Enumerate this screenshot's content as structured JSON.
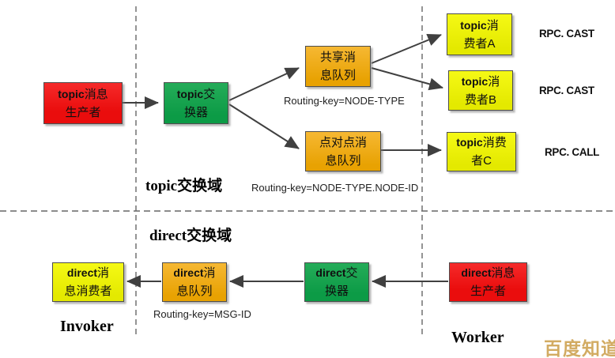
{
  "diagram": {
    "domains": {
      "topic_label": "topic交换域",
      "direct_label": "direct交换域"
    },
    "roles": {
      "invoker": "Invoker",
      "worker": "Worker"
    },
    "boxes": {
      "topic_producer": {
        "l1a": "topic",
        "l1b": "消息",
        "l2": "生产者"
      },
      "topic_exchange": {
        "l1a": "topic",
        "l1b": "交",
        "l2": "换器"
      },
      "shared_queue": {
        "l1a": "",
        "l1b": "共享消",
        "l2": "息队列"
      },
      "p2p_queue": {
        "l1a": "",
        "l1b": "点对点消",
        "l2": "息队列"
      },
      "consumer_a": {
        "l1a": "topic",
        "l1b": "消",
        "l2": "费者A"
      },
      "consumer_b": {
        "l1a": "topic",
        "l1b": "消",
        "l2": "费者B"
      },
      "consumer_c": {
        "l1a": "topic",
        "l1b": "消费",
        "l2": "者C"
      },
      "direct_consumer": {
        "l1a": "direct",
        "l1b": "消",
        "l2": "息消费者"
      },
      "direct_queue": {
        "l1a": "direct",
        "l1b": "消",
        "l2": "息队列"
      },
      "direct_exchange": {
        "l1a": "direct",
        "l1b": "交",
        "l2": "换器"
      },
      "direct_producer": {
        "l1a": "direct",
        "l1b": "消息",
        "l2": "生产者"
      }
    },
    "routing_keys": {
      "shared": "Routing-key=NODE-TYPE",
      "p2p": "Routing-key=NODE-TYPE.NODE-ID",
      "direct": "Routing-key=MSG-ID"
    },
    "rpc_labels": {
      "cast_a": "RPC. CAST",
      "cast_b": "RPC. CAST",
      "call_c": "RPC. CALL"
    },
    "watermark": "百度知道",
    "colors": {
      "producer_red": "#ee1414",
      "exchange_green": "#12a14e",
      "queue_orange": "#f0a80e",
      "consumer_yellow": "#eef005",
      "arrow": "#404040",
      "dashed_line": "#666666",
      "watermark_gold": "#d2ab62"
    }
  }
}
